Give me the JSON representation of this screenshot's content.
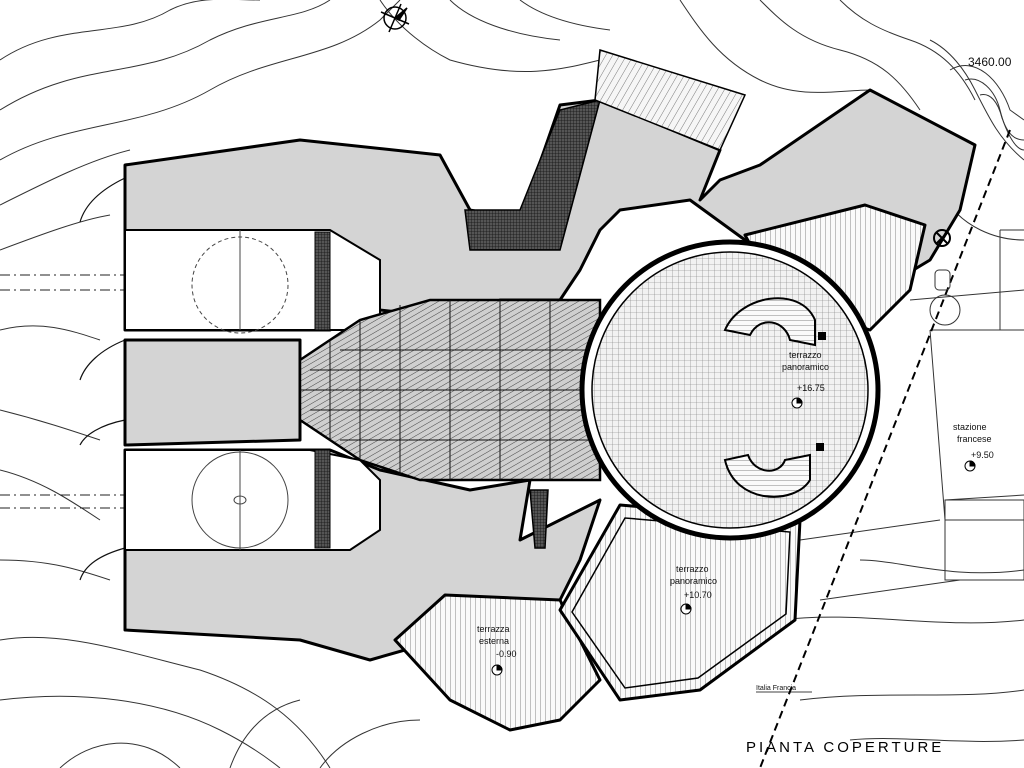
{
  "drawing": {
    "title": "PIANTA COPERTURE",
    "elevation_peak": "3460.00",
    "border_label": "Italia Francia"
  },
  "labels": {
    "terrazzo_top_name": "terrazzo",
    "terrazzo_top_sub": "panoramico",
    "terrazzo_top_level": "+16.75",
    "terrazzo_mid_name": "terrazzo",
    "terrazzo_mid_sub": "panoramico",
    "terrazzo_mid_level": "+10.70",
    "terrazza_name": "terrazza",
    "terrazza_sub": "esterna",
    "terrazza_level": "-0.90",
    "stazione_name": "stazione",
    "stazione_sub": "francese",
    "stazione_level": "+9.50"
  },
  "icons": [
    "north-arrow-icon",
    "level-marker-icon",
    "survey-point-icon"
  ],
  "colors": {
    "roof_fill": "#d4d4d4",
    "outline": "#000000",
    "terrain": "#333333"
  }
}
